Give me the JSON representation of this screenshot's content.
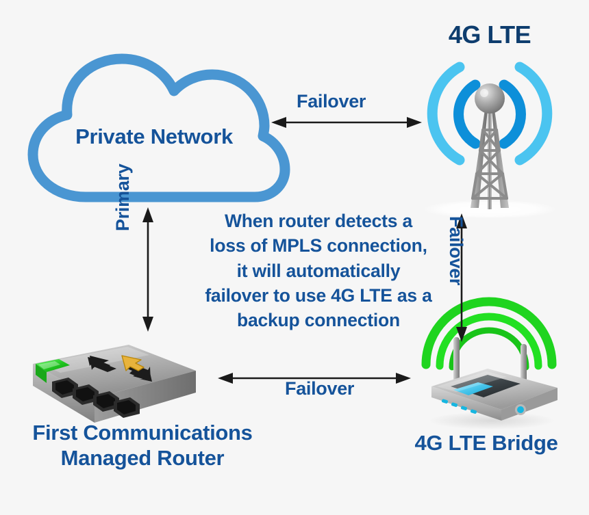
{
  "background_color": "#f6f6f6",
  "colors": {
    "navy_text": "#15539a",
    "dark_navy_text": "#0e3d6e",
    "cloud_stroke": "#4a96d2",
    "signal_blue_inner": "#0d8fd9",
    "signal_blue_outer": "#4bc4f0",
    "wifi_green": "#1fd41f",
    "router_led_green": "#27d427",
    "router_arrow_gold": "#e8b33c",
    "bridge_cyan": "#17b6e0",
    "arrow_black": "#1a1a1a",
    "metal_gray": "#9a9a9a"
  },
  "nodes": {
    "cloud": {
      "label": "Private Network",
      "icon": "cloud-outline-icon"
    },
    "tower": {
      "title": "4G LTE",
      "icon": "cell-tower-icon"
    },
    "router": {
      "caption_line_1": "First Communications",
      "caption_line_2": "Managed Router",
      "icon": "network-router-icon"
    },
    "bridge": {
      "caption": "4G LTE Bridge",
      "icon": "wireless-bridge-icon"
    }
  },
  "connections": {
    "cloud_to_tower": {
      "label": "Failover",
      "orientation": "horizontal",
      "arrowheads": "both"
    },
    "cloud_to_router": {
      "label": "Primary",
      "orientation": "vertical",
      "arrowheads": "both"
    },
    "tower_to_bridge": {
      "label": "Failover",
      "orientation": "vertical",
      "arrowheads": "both"
    },
    "router_to_bridge": {
      "label": "Failover",
      "orientation": "horizontal",
      "arrowheads": "both"
    }
  },
  "note": {
    "lines": [
      "When router detects a",
      "loss of MPLS connection,",
      "it will automatically",
      "failover to use 4G LTE as a",
      "backup connection"
    ],
    "line_1": "When router detects a",
    "line_2": "loss of MPLS connection,",
    "line_3": "it will automatically",
    "line_4": "failover to use 4G LTE as a",
    "line_5": "backup connection"
  }
}
